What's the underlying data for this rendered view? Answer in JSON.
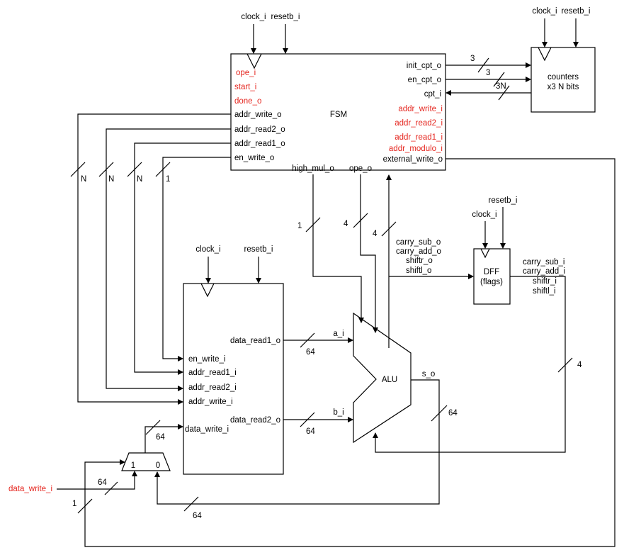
{
  "colors": {
    "line": "#000000",
    "highlight": "#e5261f",
    "background": "#ffffff"
  },
  "fsm": {
    "name": "FSM",
    "clock": "clock_i",
    "reset": "resetb_i",
    "left_ports": [
      "ope_i",
      "start_i",
      "done_o",
      "addr_write_o",
      "addr_read2_o",
      "addr_read1_o",
      "en_write_o"
    ],
    "right_ports": [
      "init_cpt_o",
      "en_cpt_o",
      "cpt_i",
      "addr_write_i",
      "addr_read2_i",
      "addr_read1_i",
      "addr_modulo_i",
      "external_write_o"
    ],
    "bottom_ports": [
      "high_mul_o",
      "ope_o"
    ]
  },
  "counters": {
    "name_line1": "counters",
    "name_line2": "x3 N bits",
    "clock": "clock_i",
    "reset": "resetb_i"
  },
  "dff": {
    "name_line1": "DFF",
    "name_line2": "(flags)",
    "clock": "clock_i",
    "reset": "resetb_i"
  },
  "regfile": {
    "clock": "clock_i",
    "reset": "resetb_i",
    "left_ports": [
      "en_write_i",
      "addr_read1_i",
      "addr_read2_i",
      "addr_write_i",
      "data_write_i"
    ],
    "right_ports": [
      "data_read1_o",
      "data_read2_o"
    ]
  },
  "alu": {
    "name": "ALU",
    "inputs": [
      "a_i",
      "b_i"
    ],
    "output": "s_o"
  },
  "flags_out": [
    "carry_sub_o",
    "carry_add_o",
    "shiftr_o",
    "shiftl_o"
  ],
  "flags_in": [
    "carry_sub_i",
    "carry_add_i",
    "shiftr_i",
    "shiftl_i"
  ],
  "mux": {
    "in1": "1",
    "in0": "0"
  },
  "external_input": "data_write_i",
  "bus_widths": {
    "init_cpt": "3",
    "en_cpt": "3",
    "cpt": "3N",
    "addr_write": "N",
    "addr_read2": "N",
    "addr_read1": "N",
    "en_write": "1",
    "high_mul": "1",
    "ope_down": "4",
    "ope_up": "4",
    "a": "64",
    "b": "64",
    "s": "64",
    "flags": "4",
    "mux_out": "64",
    "data_write_ext": "64",
    "loop": "64",
    "select": "1"
  }
}
